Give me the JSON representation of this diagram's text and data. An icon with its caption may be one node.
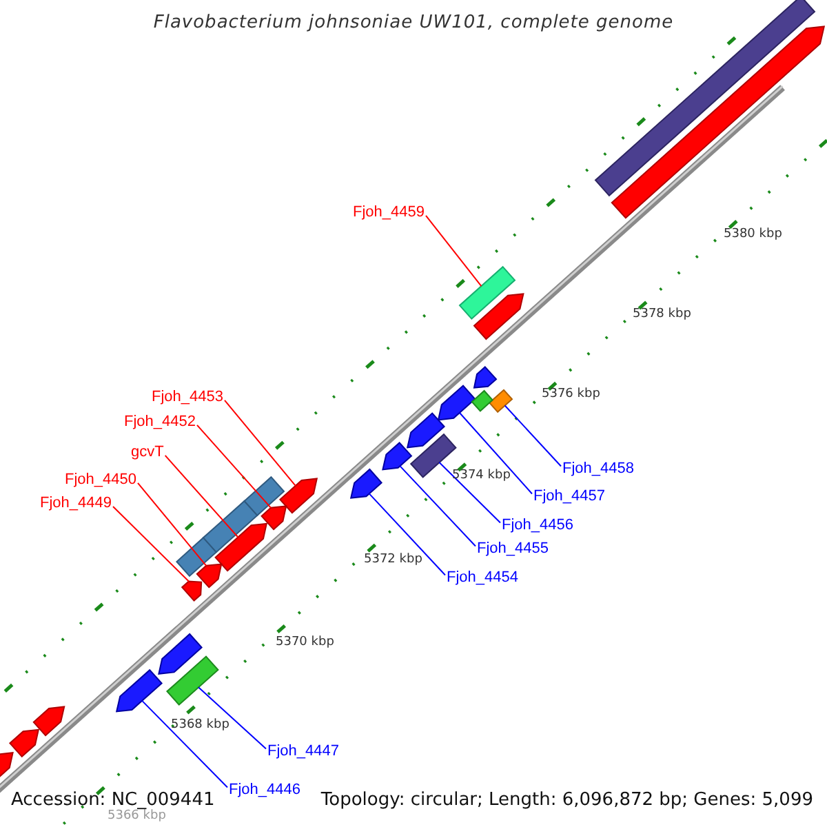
{
  "diagram": {
    "title": "Flavobacterium johnsoniae UW101, complete genome",
    "nodes": [
      {
        "text": [
          "Fjoh_4459"
        ]
      },
      {
        "text": [
          "Fjoh_4453"
        ]
      },
      {
        "text": [
          "Fjoh_4452"
        ]
      },
      {
        "text": [
          "gcvT"
        ]
      },
      {
        "text": [
          "Fjoh_4450"
        ]
      },
      {
        "text": [
          "Fjoh_4449"
        ]
      },
      {
        "text": [
          "Fjoh_4458"
        ]
      },
      {
        "text": [
          "Fjoh_4457"
        ]
      },
      {
        "text": [
          "Fjoh_4456"
        ]
      },
      {
        "text": [
          "Fjoh_4455"
        ]
      },
      {
        "text": [
          "Fjoh_4454"
        ]
      },
      {
        "text": [
          "Fjoh_4447"
        ]
      },
      {
        "text": [
          "Fjoh_4446"
        ]
      },
      {
        "text": [],
        "shape": "bar"
      },
      {
        "text": [],
        "shape": "arrow"
      },
      {
        "text": [],
        "shape": "arrow"
      },
      {
        "text": [],
        "shape": "arrow"
      },
      {
        "text": [],
        "shape": "arrow"
      },
      {
        "text": [],
        "shape": "arrow"
      },
      {
        "text": [],
        "shape": "bar"
      },
      {
        "text": [],
        "shape": "arrow"
      },
      {
        "text": [],
        "shape": "bar"
      },
      {
        "text": [],
        "shape": "arrow"
      },
      {
        "text": [],
        "shape": "arrow"
      },
      {
        "text": [],
        "shape": "bar"
      },
      {
        "text": [],
        "shape": "arrow"
      },
      {
        "text": [],
        "shape": "bar"
      },
      {
        "text": [],
        "shape": "arrow"
      },
      {
        "text": [],
        "shape": "arrow"
      },
      {
        "text": [],
        "shape": "bar"
      },
      {
        "text": [],
        "shape": "bar"
      },
      {
        "text": [],
        "shape": "bar"
      },
      {
        "text": [],
        "shape": "arrow"
      },
      {
        "text": [],
        "shape": "arrow"
      },
      {
        "text": [],
        "shape": "bar"
      },
      {
        "text": [],
        "shape": "arrow"
      },
      {
        "text": [],
        "shape": "arrow"
      },
      {
        "text": [],
        "shape": "arrow"
      },
      {
        "text": [],
        "shape": "arrow"
      }
    ],
    "edges": [
      {
        "from": 0,
        "to": 13,
        "arrow": "none",
        "color": "#ff0000"
      },
      {
        "from": 1,
        "to": 14,
        "arrow": "none",
        "color": "#ff0000"
      },
      {
        "from": 2,
        "to": 15,
        "arrow": "none",
        "color": "#ff0000"
      },
      {
        "from": 3,
        "to": 16,
        "arrow": "none",
        "color": "#ff0000"
      },
      {
        "from": 4,
        "to": 17,
        "arrow": "none",
        "color": "#ff0000"
      },
      {
        "from": 5,
        "to": 18,
        "arrow": "none",
        "color": "#ff0000"
      },
      {
        "from": 6,
        "to": 19,
        "arrow": "none"
      },
      {
        "from": 7,
        "to": 20,
        "arrow": "none"
      },
      {
        "from": 8,
        "to": 21,
        "arrow": "none"
      },
      {
        "from": 9,
        "to": 22,
        "arrow": "none"
      },
      {
        "from": 10,
        "to": 23,
        "arrow": "none"
      },
      {
        "from": 11,
        "to": 24,
        "arrow": "none"
      },
      {
        "from": 12,
        "to": 25,
        "arrow": "none"
      }
    ],
    "labels": [
      "5380 kbp",
      "5378 kbp",
      "5376 kbp",
      "5374 kbp",
      "5372 kbp",
      "5370 kbp",
      "5368 kbp",
      "5366 kbp",
      "Accession: NC_009441",
      "Topology: circular; Length: 6,096,872 bp; Genes: 5,099"
    ]
  }
}
